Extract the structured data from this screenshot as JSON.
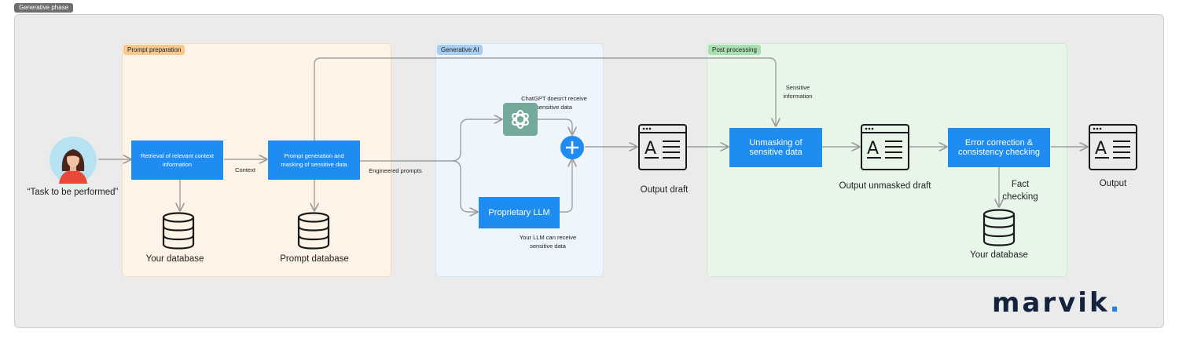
{
  "phase_tag": "Generative phase",
  "sections": {
    "prep": "Prompt preparation",
    "gen": "Generative AI",
    "post": "Post processing"
  },
  "nodes": {
    "user_label": "“Task to be performed”",
    "retrieval": "Retrieval of relevant context information",
    "prompt_gen": "Prompt generation and masking of sensitive data",
    "proprietary_llm": "Proprietary LLM",
    "unmasking": "Unmasking of sensitive data",
    "error_correction": "Error correction & consistency checking"
  },
  "edge_labels": {
    "context": "Context",
    "engineered": "Engineered prompts",
    "sensitive_info": "Sensitive information",
    "chatgpt_note": "ChatGPT doesn’t receive sensitive data",
    "llm_note": "Your LLM can receive sensitive data",
    "fact_checking": "Fact checking"
  },
  "labels": {
    "your_database_1": "Your database",
    "prompt_database": "Prompt database",
    "output_draft": "Output draft",
    "output_unmasked": "Output unmasked draft",
    "your_database_2": "Your database",
    "output": "Output"
  },
  "logo": "marvik.",
  "colors": {
    "box_blue": "#1e8cf0",
    "chatgpt_green": "#74aa9c",
    "avatar_bg": "#b7e2f2",
    "logo_dark": "#14233d",
    "logo_accent": "#2a7de1"
  }
}
